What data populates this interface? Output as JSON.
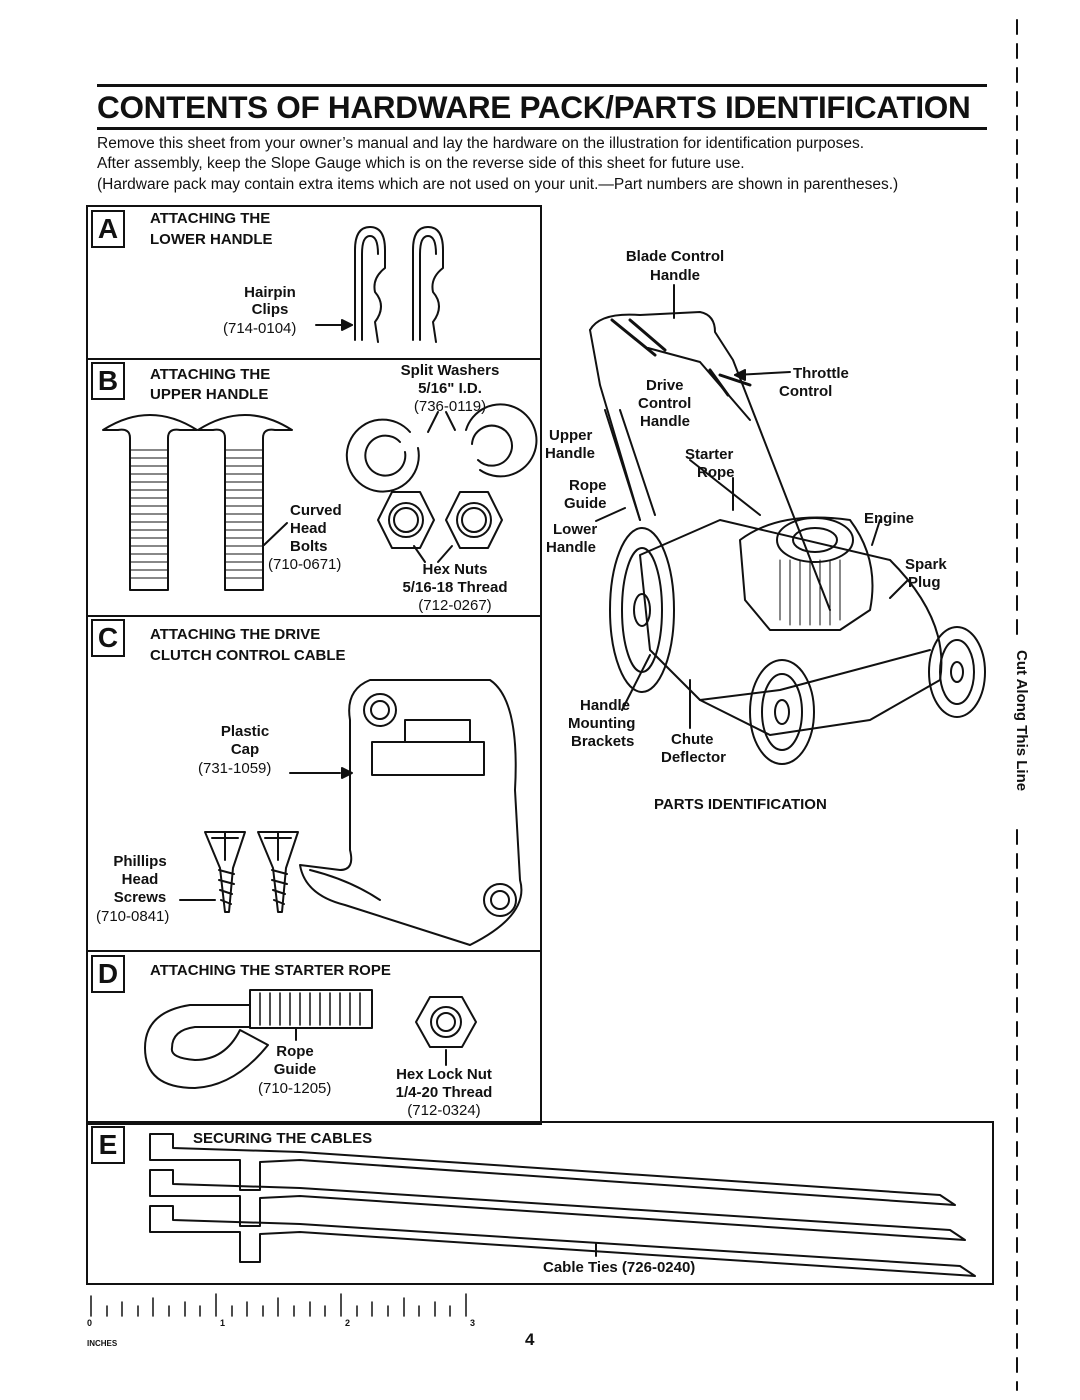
{
  "header": {
    "title": "CONTENTS OF HARDWARE PACK/PARTS IDENTIFICATION",
    "intro_line1": "Remove this sheet from your owner’s manual and lay the hardware on the illustration for identification purposes.",
    "intro_line2": "After assembly, keep the Slope Gauge which is on the reverse side of this sheet for future use.",
    "intro_line3": "(Hardware pack may contain extra items which are not used on your unit.—Part numbers are shown in parentheses.)"
  },
  "sections": {
    "a": {
      "letter": "A",
      "title1": "ATTACHING THE",
      "title2": "LOWER HANDLE",
      "part1": "Hairpin",
      "part2": "Clips",
      "part_no": "(714-0104)"
    },
    "b": {
      "letter": "B",
      "title1": "ATTACHING THE",
      "title2": "UPPER HANDLE",
      "washers1": "Split Washers",
      "washers2": "5/16\" I.D.",
      "washers_no": "(736-0119)",
      "bolts1": "Curved",
      "bolts2": "Head",
      "bolts3": "Bolts",
      "bolts_no": "(710-0671)",
      "nuts1": "Hex Nuts",
      "nuts2": "5/16-18 Thread",
      "nuts_no": "(712-0267)"
    },
    "c": {
      "letter": "C",
      "title1": "ATTACHING THE DRIVE",
      "title2": "CLUTCH CONTROL CABLE",
      "cap1": "Plastic",
      "cap2": "Cap",
      "cap_no": "(731-1059)",
      "screws1": "Phillips",
      "screws2": "Head",
      "screws3": "Screws",
      "screws_no": "(710-0841)"
    },
    "d": {
      "letter": "D",
      "title": "ATTACHING THE STARTER ROPE",
      "guide1": "Rope",
      "guide2": "Guide",
      "guide_no": "(710-1205)",
      "nut1": "Hex Lock Nut",
      "nut2": "1/4-20 Thread",
      "nut_no": "(712-0324)"
    },
    "e": {
      "letter": "E",
      "title": "SECURING THE CABLES",
      "ties": "Cable Ties (726-0240)"
    }
  },
  "mower": {
    "blade_control1": "Blade Control",
    "blade_control2": "Handle",
    "throttle1": "Throttle",
    "throttle2": "Control",
    "drive1": "Drive",
    "drive2": "Control",
    "drive3": "Handle",
    "upper1": "Upper",
    "upper2": "Handle",
    "starter1": "Starter",
    "starter2": "Rope",
    "rope_guide1": "Rope",
    "rope_guide2": "Guide",
    "engine": "Engine",
    "lower1": "Lower",
    "lower2": "Handle",
    "spark1": "Spark",
    "spark2": "Plug",
    "mount1": "Handle",
    "mount2": "Mounting",
    "mount3": "Brackets",
    "chute1": "Chute",
    "chute2": "Deflector",
    "caption": "PARTS IDENTIFICATION"
  },
  "ruler": {
    "n0": "0",
    "n1": "1",
    "n2": "2",
    "n3": "3",
    "unit": "INCHES"
  },
  "page_number": "4",
  "cut_line": "Cut Along This Line"
}
